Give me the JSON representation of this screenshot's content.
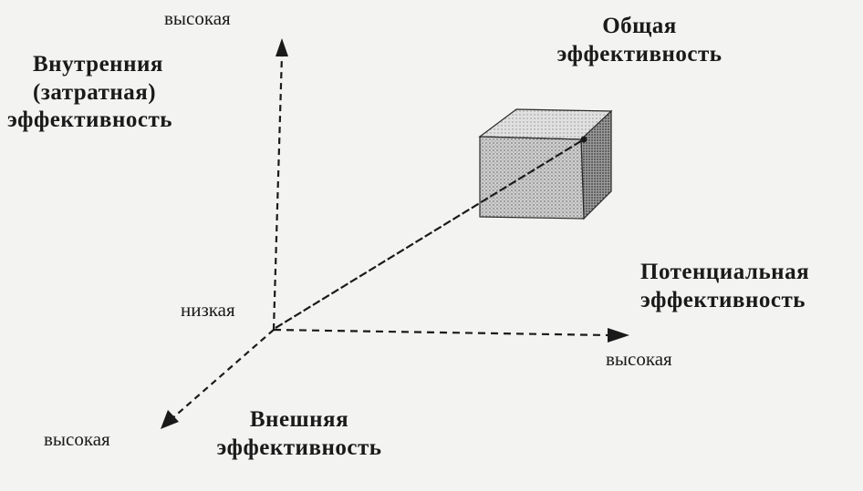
{
  "labels": {
    "vertical_axis_high": "высокая",
    "origin_low": "низкая",
    "horizontal_axis_high": "высокая",
    "depth_axis_high": "высокая",
    "internal_line1": "Внутренния",
    "internal_line2": "(затратная)",
    "internal_line3": "эффективность",
    "overall_line1": "Общая",
    "overall_line2": "эффективность",
    "potential_line1": "Потенциальная",
    "potential_line2": "эффективность",
    "external_line1": "Внешняя",
    "external_line2": "эффективность"
  },
  "colors": {
    "ink": "#1a1a1a",
    "background": "#f3f3f1",
    "cube_front": "#bdbdbd",
    "cube_top": "#d6d6d6",
    "cube_side": "#8a8a8a"
  }
}
